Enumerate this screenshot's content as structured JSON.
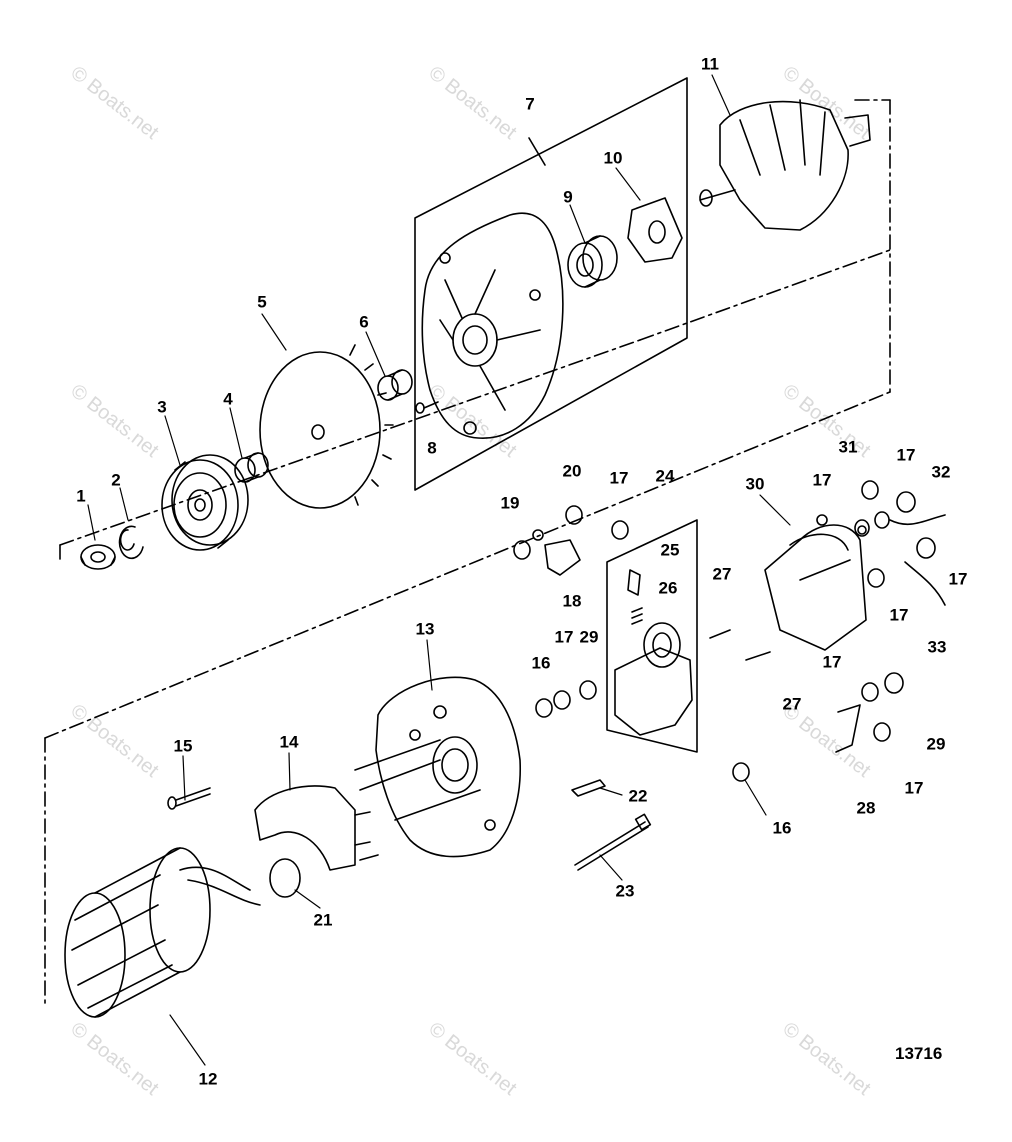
{
  "diagram": {
    "reference_number": "13716",
    "watermark_text": "© Boats.net",
    "callouts": {
      "c1": "1",
      "c2": "2",
      "c3": "3",
      "c4": "4",
      "c5": "5",
      "c6": "6",
      "c7": "7",
      "c8": "8",
      "c9": "9",
      "c10": "10",
      "c11": "11",
      "c12": "12",
      "c13": "13",
      "c14": "14",
      "c15": "15",
      "c16a": "16",
      "c16b": "16",
      "c17a": "17",
      "c17b": "17",
      "c17c": "17",
      "c17d": "17",
      "c17e": "17",
      "c17f": "17",
      "c17g": "17",
      "c17h": "17",
      "c18": "18",
      "c19": "19",
      "c20": "20",
      "c21": "21",
      "c22": "22",
      "c23": "23",
      "c24": "24",
      "c25": "25",
      "c26": "26",
      "c27a": "27",
      "c27b": "27",
      "c28": "28",
      "c29a": "29",
      "c29b": "29",
      "c30": "30",
      "c31": "31",
      "c32": "32",
      "c33": "33"
    }
  }
}
